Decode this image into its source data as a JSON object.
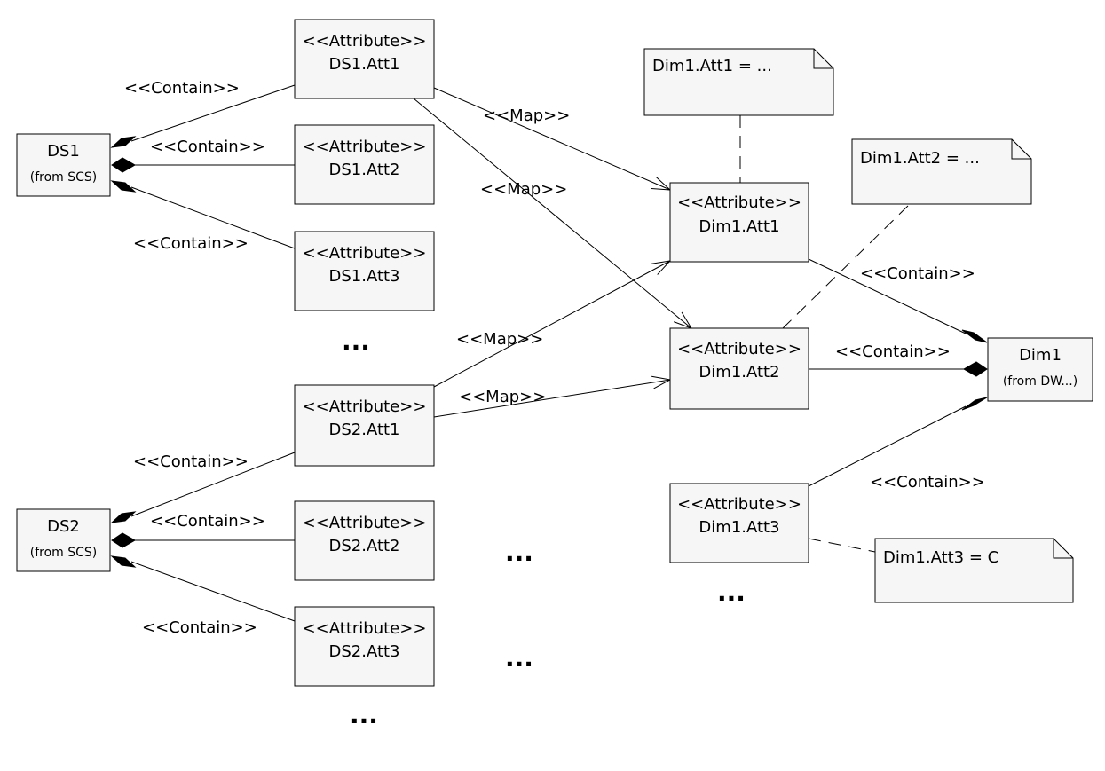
{
  "classes": {
    "ds1": {
      "name": "DS1",
      "from": "(from SCS)"
    },
    "ds2": {
      "name": "DS2",
      "from": "(from SCS)"
    },
    "dim1": {
      "name": "Dim1",
      "from": "(from DW...)"
    }
  },
  "attributes": {
    "stereotype": "<<Attribute>>",
    "ds1_att1": "DS1.Att1",
    "ds1_att2": "DS1.Att2",
    "ds1_att3": "DS1.Att3",
    "ds2_att1": "DS2.Att1",
    "ds2_att2": "DS2.Att2",
    "ds2_att3": "DS2.Att3",
    "dim1_att1": "Dim1.Att1",
    "dim1_att2": "Dim1.Att2",
    "dim1_att3": "Dim1.Att3"
  },
  "notes": {
    "note1": "Dim1.Att1 = ...",
    "note2": "Dim1.Att2 = ...",
    "note3": "Dim1.Att3 = C"
  },
  "relations": {
    "contain": "<<Contain>>",
    "map": "<<Map>>"
  },
  "ellipsis": "..."
}
